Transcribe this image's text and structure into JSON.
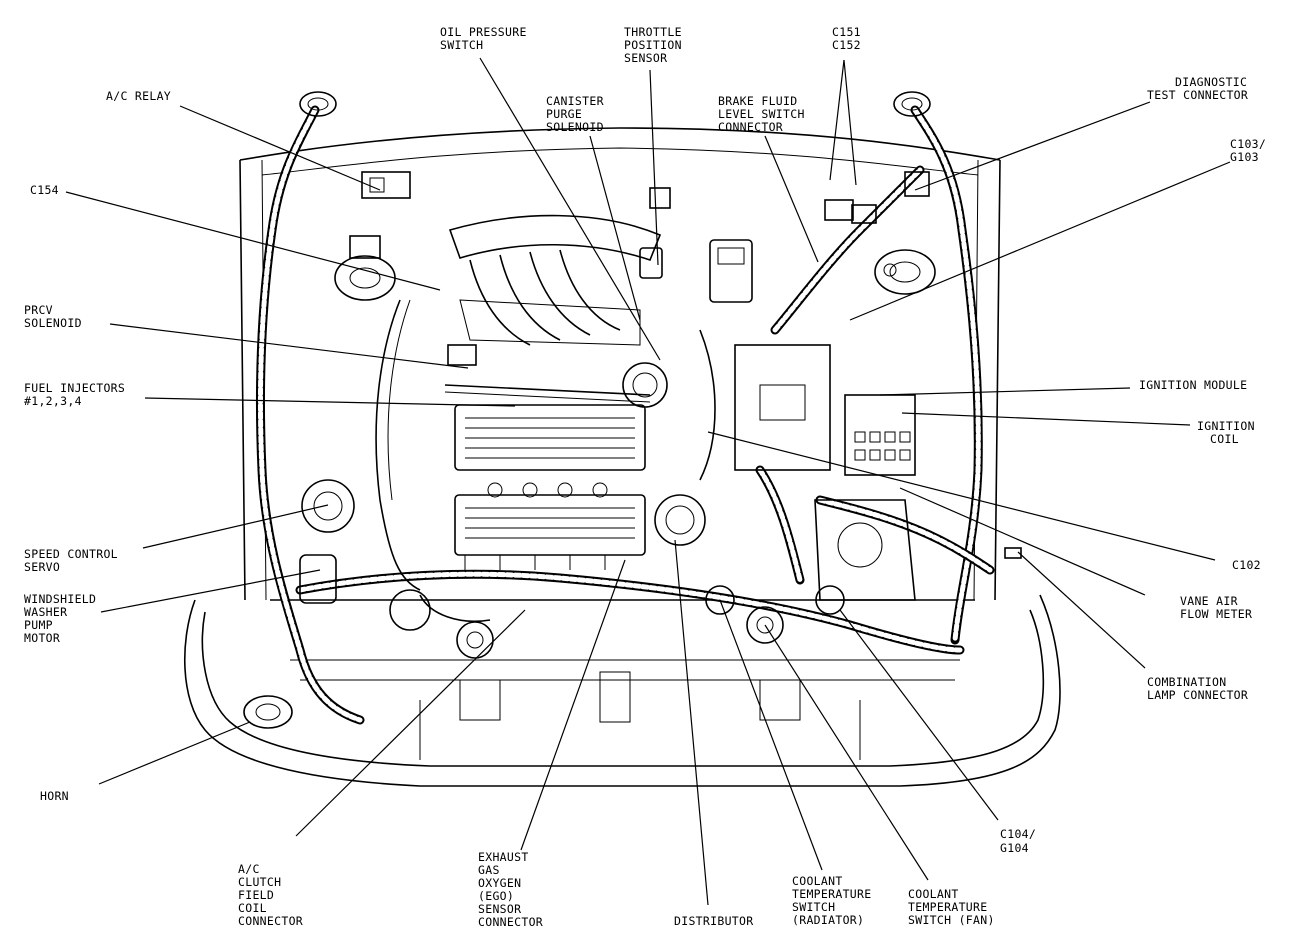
{
  "labels": {
    "oil_pressure_switch": [
      "OIL PRESSURE",
      "SWITCH"
    ],
    "throttle_position_sensor": [
      "THROTTLE",
      "POSITION",
      "SENSOR"
    ],
    "c151_c152": [
      "C151",
      "C152"
    ],
    "ac_relay": [
      "A/C RELAY"
    ],
    "canister_purge_solenoid": [
      "CANISTER",
      "PURGE",
      "SOLENOID"
    ],
    "brake_fluid_level_switch_connector": [
      "BRAKE FLUID",
      "LEVEL SWITCH",
      "CONNECTOR"
    ],
    "diagnostic_test_connector": [
      "DIAGNOSTIC",
      "TEST CONNECTOR"
    ],
    "c103_g103": [
      "C103/",
      "G103"
    ],
    "c154": [
      "C154"
    ],
    "prcv_solenoid": [
      "PRCV",
      "SOLENOID"
    ],
    "fuel_injectors": [
      "FUEL INJECTORS",
      "#1,2,3,4"
    ],
    "ignition_module": [
      "IGNITION MODULE"
    ],
    "ignition_coil": [
      "IGNITION",
      "COIL"
    ],
    "c102": [
      "C102"
    ],
    "speed_control_servo": [
      "SPEED CONTROL",
      "SERVO"
    ],
    "windshield_washer_pump_motor": [
      "WINDSHIELD",
      "WASHER",
      "PUMP",
      "MOTOR"
    ],
    "vane_air_flow_meter": [
      "VANE AIR",
      "FLOW METER"
    ],
    "combination_lamp_connector": [
      "COMBINATION",
      "LAMP CONNECTOR"
    ],
    "horn": [
      "HORN"
    ],
    "c104_g104": [
      "C104/",
      "G104"
    ],
    "ac_clutch_field_coil_connector": [
      "A/C",
      "CLUTCH",
      "FIELD",
      "COIL",
      "CONNECTOR"
    ],
    "exhaust_gas_oxygen_sensor_connector": [
      "EXHAUST",
      "GAS",
      "OXYGEN",
      "(EGO)",
      "SENSOR",
      "CONNECTOR"
    ],
    "distributor": [
      "DISTRIBUTOR"
    ],
    "coolant_temp_switch_radiator": [
      "COOLANT",
      "TEMPERATURE",
      "SWITCH",
      "(RADIATOR)"
    ],
    "coolant_temp_switch_fan": [
      "COOLANT",
      "TEMPERATURE",
      "SWITCH (FAN)"
    ]
  }
}
